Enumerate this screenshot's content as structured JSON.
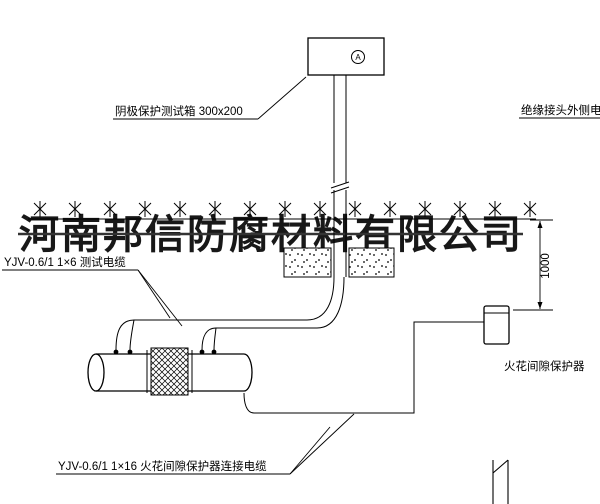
{
  "drawing": {
    "watermark": "河南邦信防腐材料有限公司",
    "colors": {
      "line": "#000000",
      "watermark": "#8e8e8e"
    },
    "labels": {
      "test_box": "阴极保护测试箱 300x200",
      "insulated_joint_cable": "绝缘接头外侧电缆",
      "test_cable": "YJV-0.6/1  1×6   测试电缆",
      "protector_cable": "YJV-0.6/1  1×16   火花间隙保护器连接电缆",
      "protector": "火花间隙保护器",
      "dimension": "1000",
      "ammeter": "A"
    }
  }
}
